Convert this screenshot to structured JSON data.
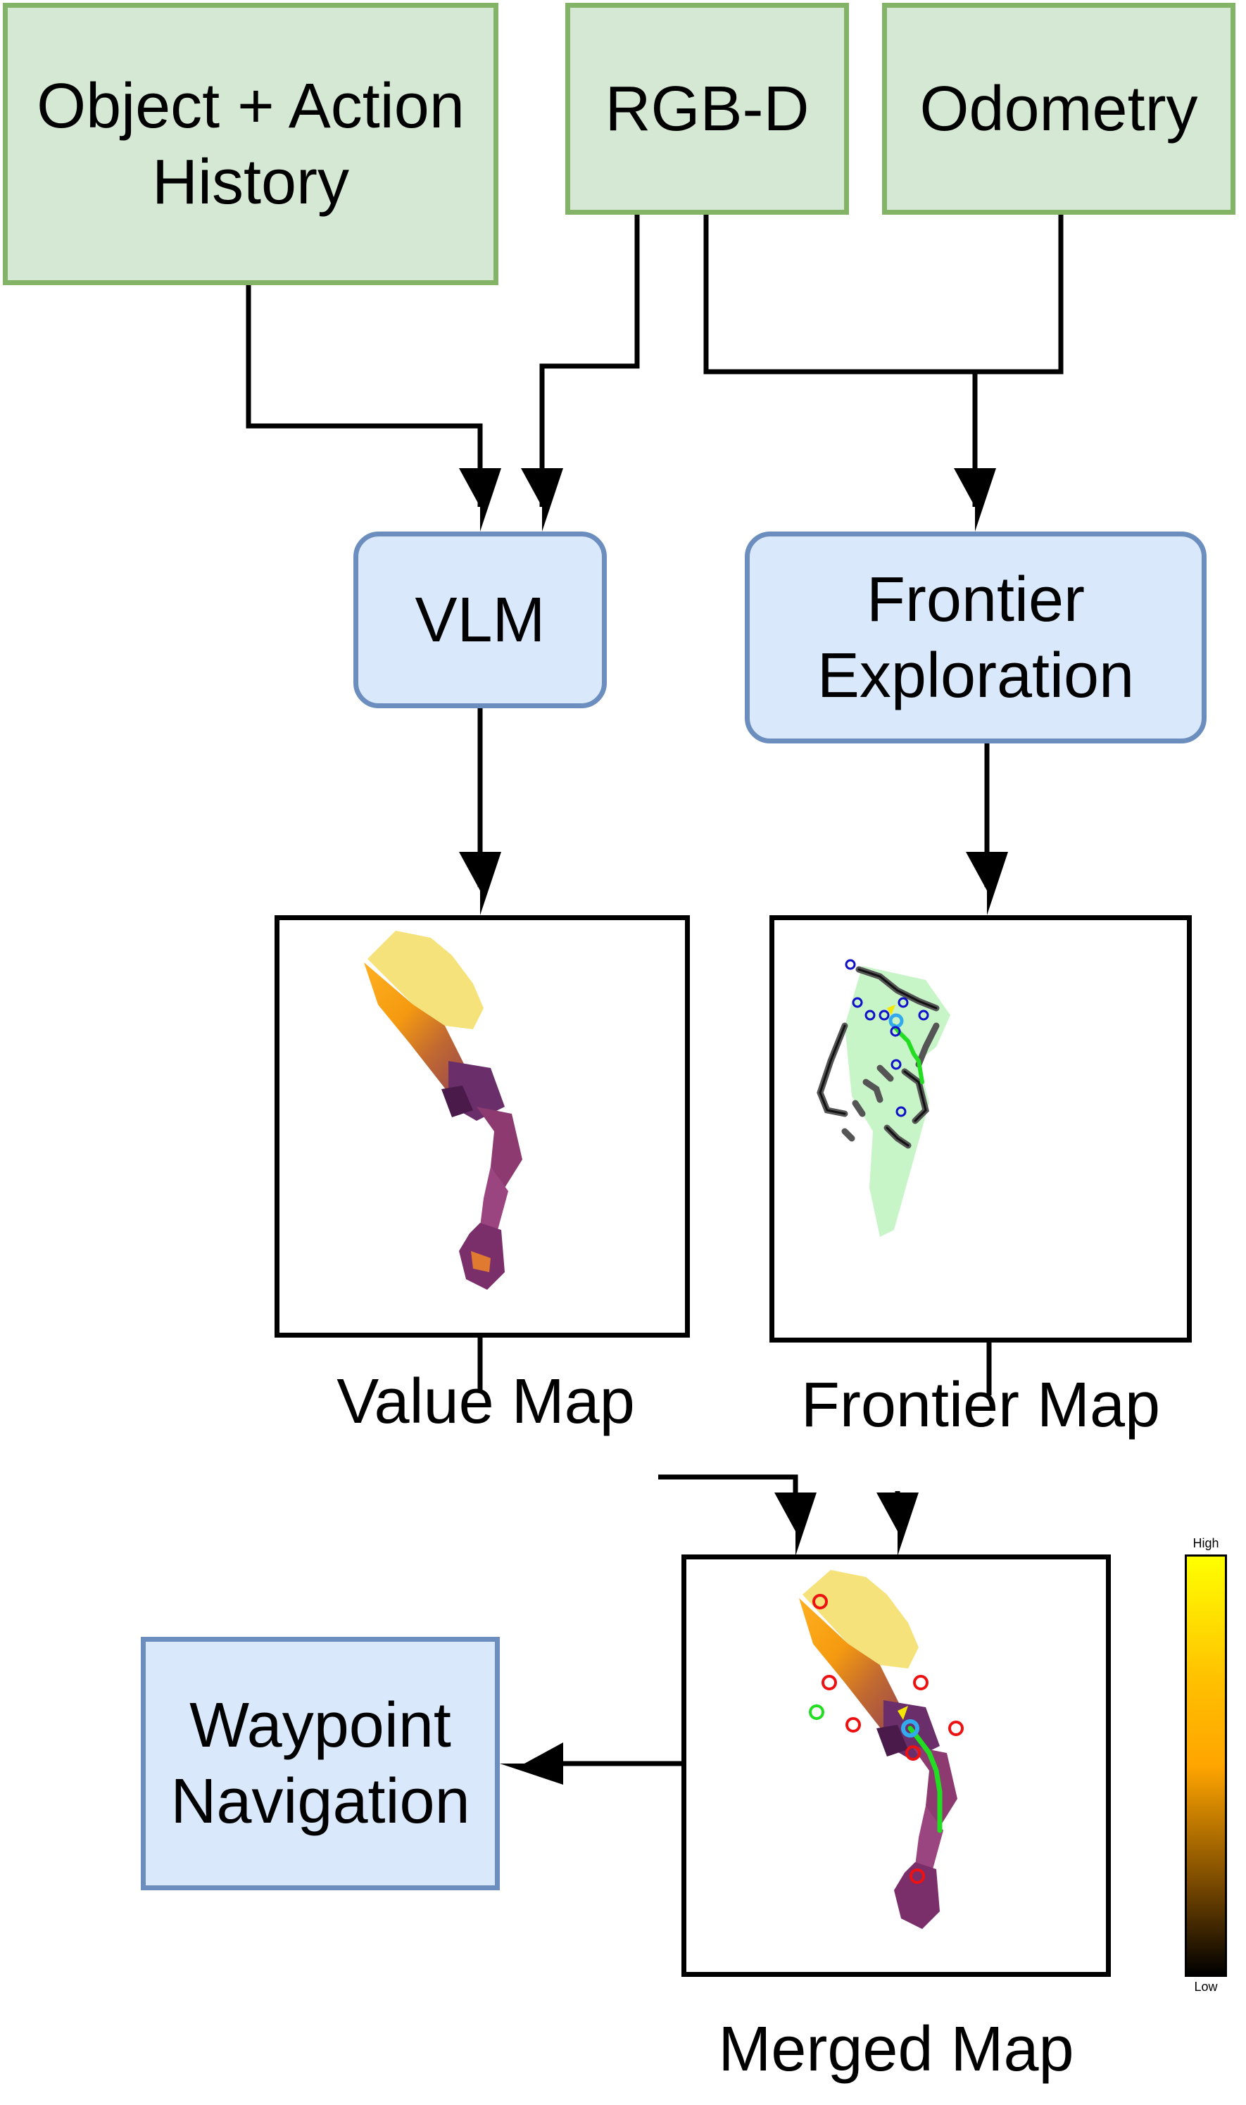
{
  "inputs": {
    "history": {
      "line1": "Object + Action",
      "line2": "History"
    },
    "rgbd": {
      "label": "RGB-D"
    },
    "odometry": {
      "label": "Odometry"
    }
  },
  "modules": {
    "vlm": {
      "label": "VLM"
    },
    "frontier": {
      "line1": "Frontier",
      "line2": "Exploration"
    },
    "waypoint": {
      "line1": "Waypoint",
      "line2": "Navigation"
    }
  },
  "maps": {
    "value": {
      "caption": "Value Map"
    },
    "frontier": {
      "caption": "Frontier Map"
    },
    "merged": {
      "caption": "Merged Map"
    }
  },
  "colorbar": {
    "high_label": "High",
    "low_label": "Low",
    "colors": [
      "#ffff00",
      "#ffa500",
      "#000000"
    ]
  },
  "colors": {
    "input_fill": "#d5e8d4",
    "input_border": "#82b366",
    "module_fill": "#dae8fc",
    "module_border": "#6c8ebf",
    "path": "#22dd22",
    "agent": "#33aaee",
    "frontier_marker_blue": "#1010c8",
    "frontier_marker_red": "#ee1111",
    "explored_area": "#c8f5c8"
  }
}
